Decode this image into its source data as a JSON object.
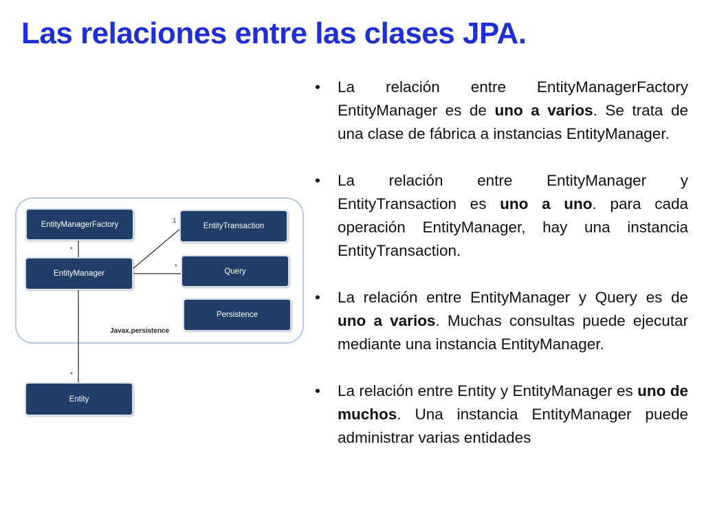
{
  "title": "Las relaciones entre las clases JPA.",
  "bullets": [
    {
      "segments": [
        {
          "text": "La relación entre EntityManagerFactory EntityManager es de ",
          "bold": false
        },
        {
          "text": "uno a varios",
          "bold": true
        },
        {
          "text": ". Se trata de una clase de fábrica a instancias EntityManager.",
          "bold": false
        }
      ]
    },
    {
      "segments": [
        {
          "text": "La relación entre EntityManager y EntityTransaction es ",
          "bold": false
        },
        {
          "text": "uno a uno",
          "bold": true
        },
        {
          "text": ". para cada operación EntityManager, hay una instancia EntityTransaction.",
          "bold": false
        }
      ]
    },
    {
      "segments": [
        {
          "text": "La relación entre EntityManager y Query es de ",
          "bold": false
        },
        {
          "text": "uno a varios",
          "bold": true
        },
        {
          "text": ". Muchas consultas puede ejecutar mediante una instancia EntityManager.",
          "bold": false
        }
      ]
    },
    {
      "segments": [
        {
          "text": "La relación entre Entity y EntityManager es ",
          "bold": false
        },
        {
          "text": "uno de muchos",
          "bold": true
        },
        {
          "text": ". Una instancia EntityManager  puede administrar varias entidades",
          "bold": false
        }
      ]
    }
  ],
  "diagram": {
    "package_label": "Javax.persistence",
    "boxes": {
      "entity_manager_factory": "EntityManagerFactory",
      "entity_manager": "EntityManager",
      "entity_transaction": "EntityTransaction",
      "query": "Query",
      "persistence": "Persistence",
      "entity": "Entity"
    },
    "multiplicities": {
      "factory_to_manager": "*",
      "manager_to_transaction": "1",
      "manager_to_query": "*",
      "manager_to_entity": "*"
    },
    "colors": {
      "box_fill": "#1f3d66",
      "package_border": "#b9c8dc",
      "title": "#1e2fd6"
    }
  }
}
